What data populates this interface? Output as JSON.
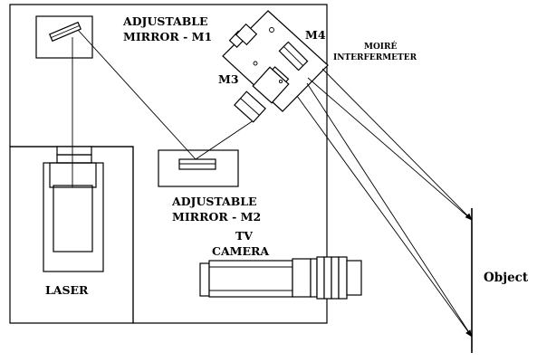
{
  "labels": {
    "mirror_m1": [
      "ADJUSTABLE",
      "MIRROR - M1"
    ],
    "mirror_m2": [
      "ADJUSTABLE",
      "MIRROR - M2"
    ],
    "m4": "M4",
    "m3": "M3",
    "interferometer": [
      "MOIRÉ",
      "INTERFERMETER"
    ],
    "laser": "LASER",
    "camera": [
      "TV",
      "CAMERA"
    ],
    "object": "Object"
  }
}
